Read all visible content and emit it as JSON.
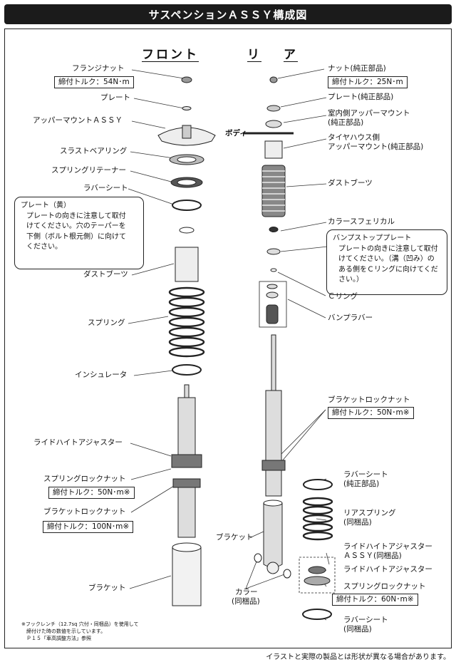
{
  "header": {
    "title": "サスペンションＡＳＳＹ構成図"
  },
  "sections": {
    "front": "フロント",
    "rear_1": "リ",
    "rear_2": "ア"
  },
  "front": {
    "flange_nut": "フランジナット",
    "flange_nut_torque": "締付トルク：54N･m",
    "plate": "プレート",
    "upper_mount": "アッパーマウントＡＳＳＹ",
    "thrust_bearing": "スラストベアリング",
    "spring_retainer": "スプリングリテーナー",
    "rubber_seat": "ラバーシート",
    "dust_boot": "ダストブーツ",
    "spring": "スプリング",
    "insulator": "インシュレータ",
    "ride_height_adjuster": "ライドハイトアジャスター",
    "spring_lock_nut": "スプリングロックナット",
    "spring_lock_nut_torque": "締付トルク：50N･m※",
    "bracket_lock_nut": "ブラケットロックナット",
    "bracket_lock_nut_torque": "締付トルク：100N･m※",
    "bracket": "ブラケット"
  },
  "front_note": {
    "title": "プレート（黄）",
    "body": "プレートの向きに注意して取付\nけてください。穴のテーパーを\n下側（ボルト根元側）に向けて\nください。"
  },
  "rear": {
    "nut": "ナット(純正部品)",
    "nut_torque": "締付トルク：25N･m",
    "plate": "プレート(純正部品)",
    "interior_mount_1": "室内側アッパーマウント",
    "interior_mount_2": "(純正部品)",
    "body": "ボディ",
    "tire_house_mount_1": "タイヤハウス側",
    "tire_house_mount_2": "アッパーマウント(純正部品)",
    "dust_boot": "ダストブーツ",
    "collar_spherical": "カラースフェリカル",
    "c_ring": "Ｃリング",
    "bump_rubber": "バンプラバー",
    "bracket_lock_nut": "ブラケットロックナット",
    "bracket_lock_nut_torque": "締付トルク：50N･m※",
    "rubber_seat_1": "ラバーシート",
    "rubber_seat_1b": "(純正部品)",
    "rear_spring": "リアスプリング",
    "rear_spring_b": "(同梱品)",
    "bracket": "ブラケット",
    "rha_assy_1": "ライドハイトアジャスター",
    "rha_assy_2": "ＡＳＳＹ(同梱品)",
    "rha": "ライドハイトアジャスター",
    "spring_lock_nut": "スプリングロックナット",
    "spring_lock_nut_torque": "締付トルク：60N･m※",
    "collar": "カラー",
    "collar_b": "(同梱品)",
    "rubber_seat_2": "ラバーシート",
    "rubber_seat_2b": "(同梱品)"
  },
  "rear_note": {
    "title": "バンプストッププレート",
    "body": "プレートの向きに注意して取付\nけてください。（溝（凹み）の\nある側をＣリングに向けてくだ\nさい。）"
  },
  "footnote": "※フックレンチ（12.7sq 穴付・同梱品）を使用して\n　締付けた時の数値を示しています。\n　Ｐ１５「車高調整方法」参照",
  "disclaimer": "イラストと実際の製品とは形状が異なる場合があります。"
}
